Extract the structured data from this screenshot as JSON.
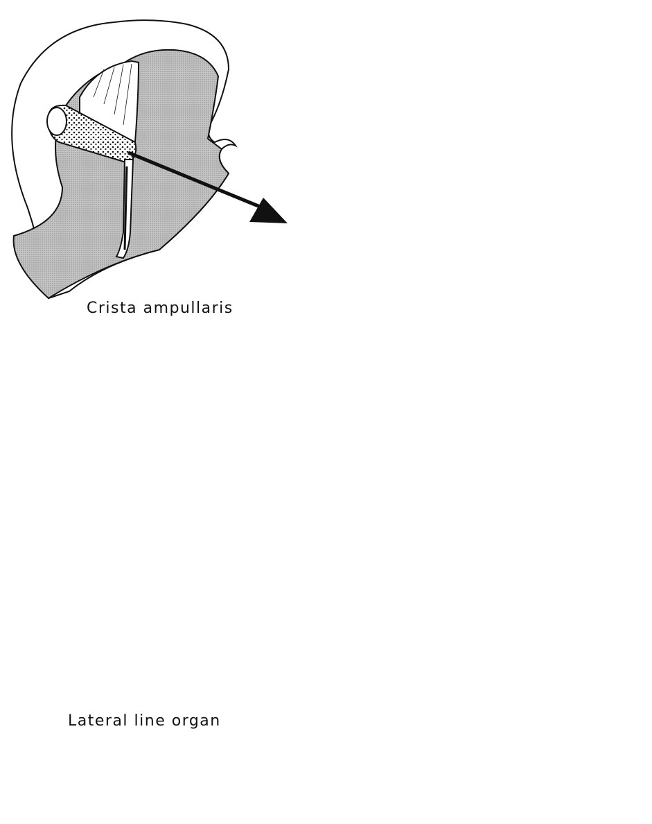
{
  "figure": {
    "panels": [
      {
        "id": "top",
        "caption": "Crista ampullaris"
      },
      {
        "id": "bottom",
        "caption": "Lateral line organ"
      }
    ]
  },
  "colors": {
    "ink": "#111111",
    "tissue_shade": "#b9b9b9",
    "background": "#ffffff"
  }
}
